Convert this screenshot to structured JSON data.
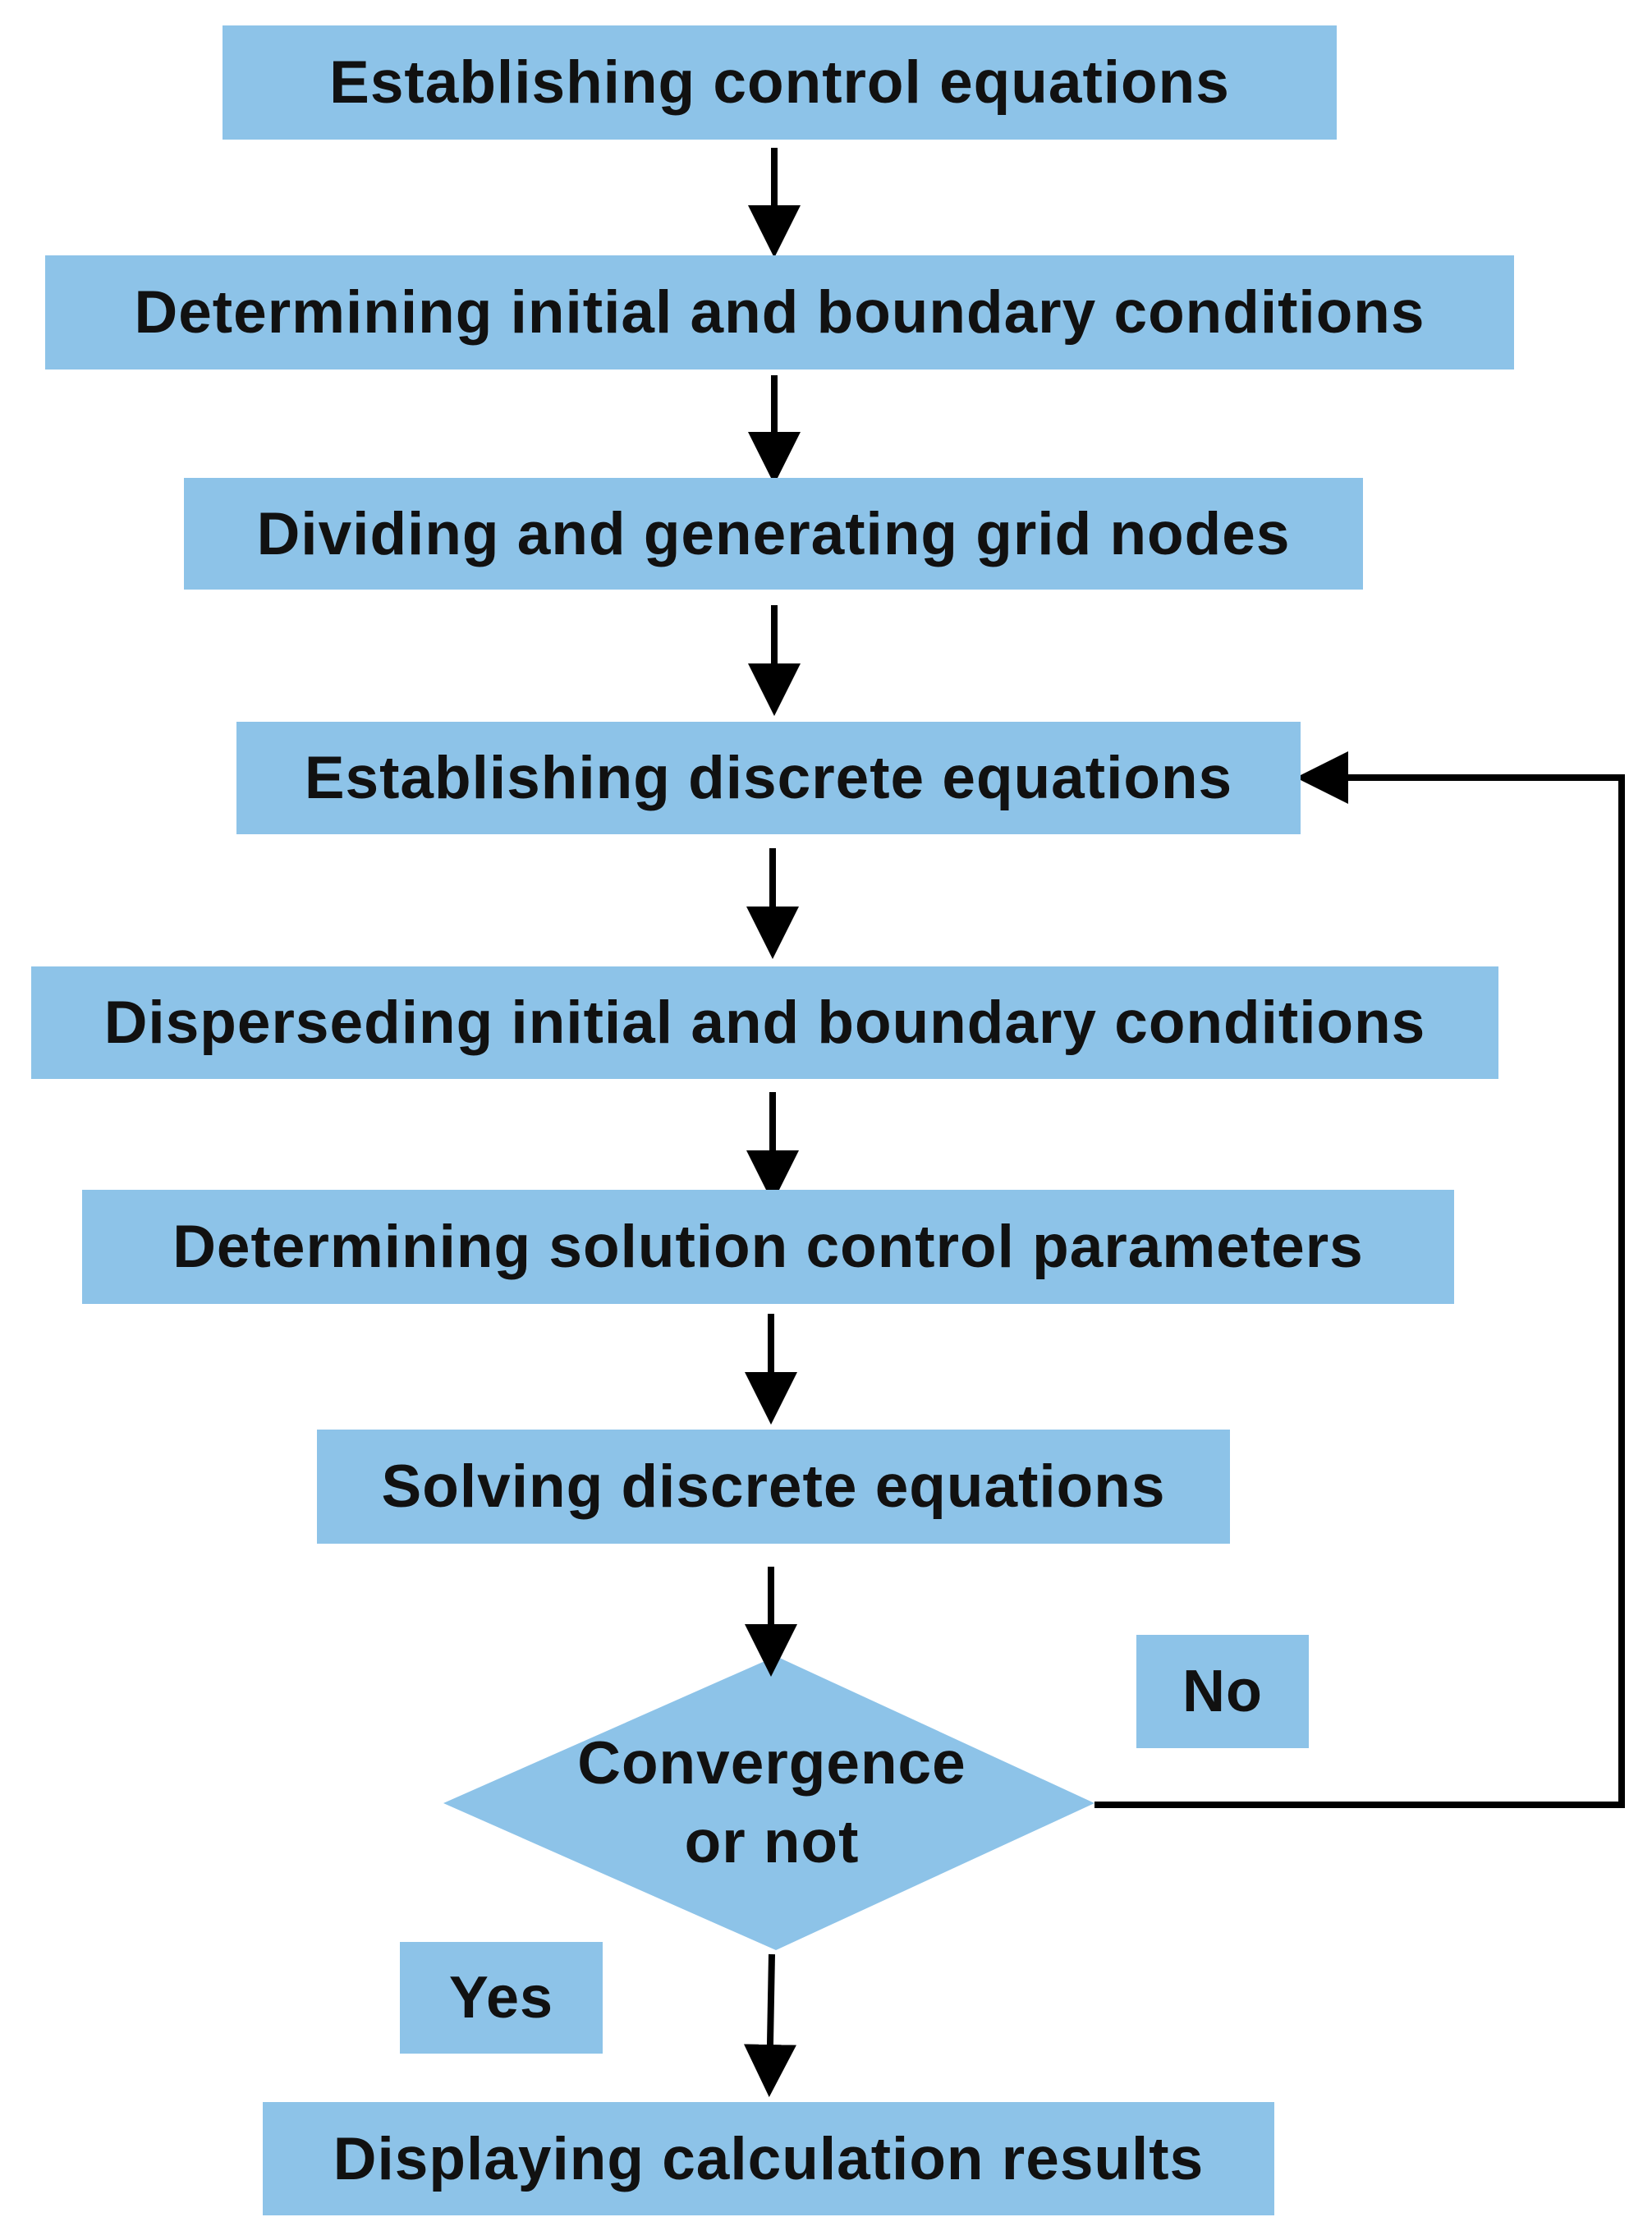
{
  "steps": [
    "Establishing control equations",
    "Determining initial and boundary conditions",
    "Dividing and generating grid nodes",
    "Establishing discrete equations",
    "Disperseding initial and boundary conditions",
    "Determining solution control parameters",
    "Solving discrete equations"
  ],
  "decision": {
    "line1": "Convergence",
    "line2": "or not"
  },
  "branch_no": "No",
  "branch_yes": "Yes",
  "final_step": "Displaying calculation results",
  "colors": {
    "box_fill": "#8DC3E8",
    "arrow": "#000000",
    "text": "#111111"
  }
}
